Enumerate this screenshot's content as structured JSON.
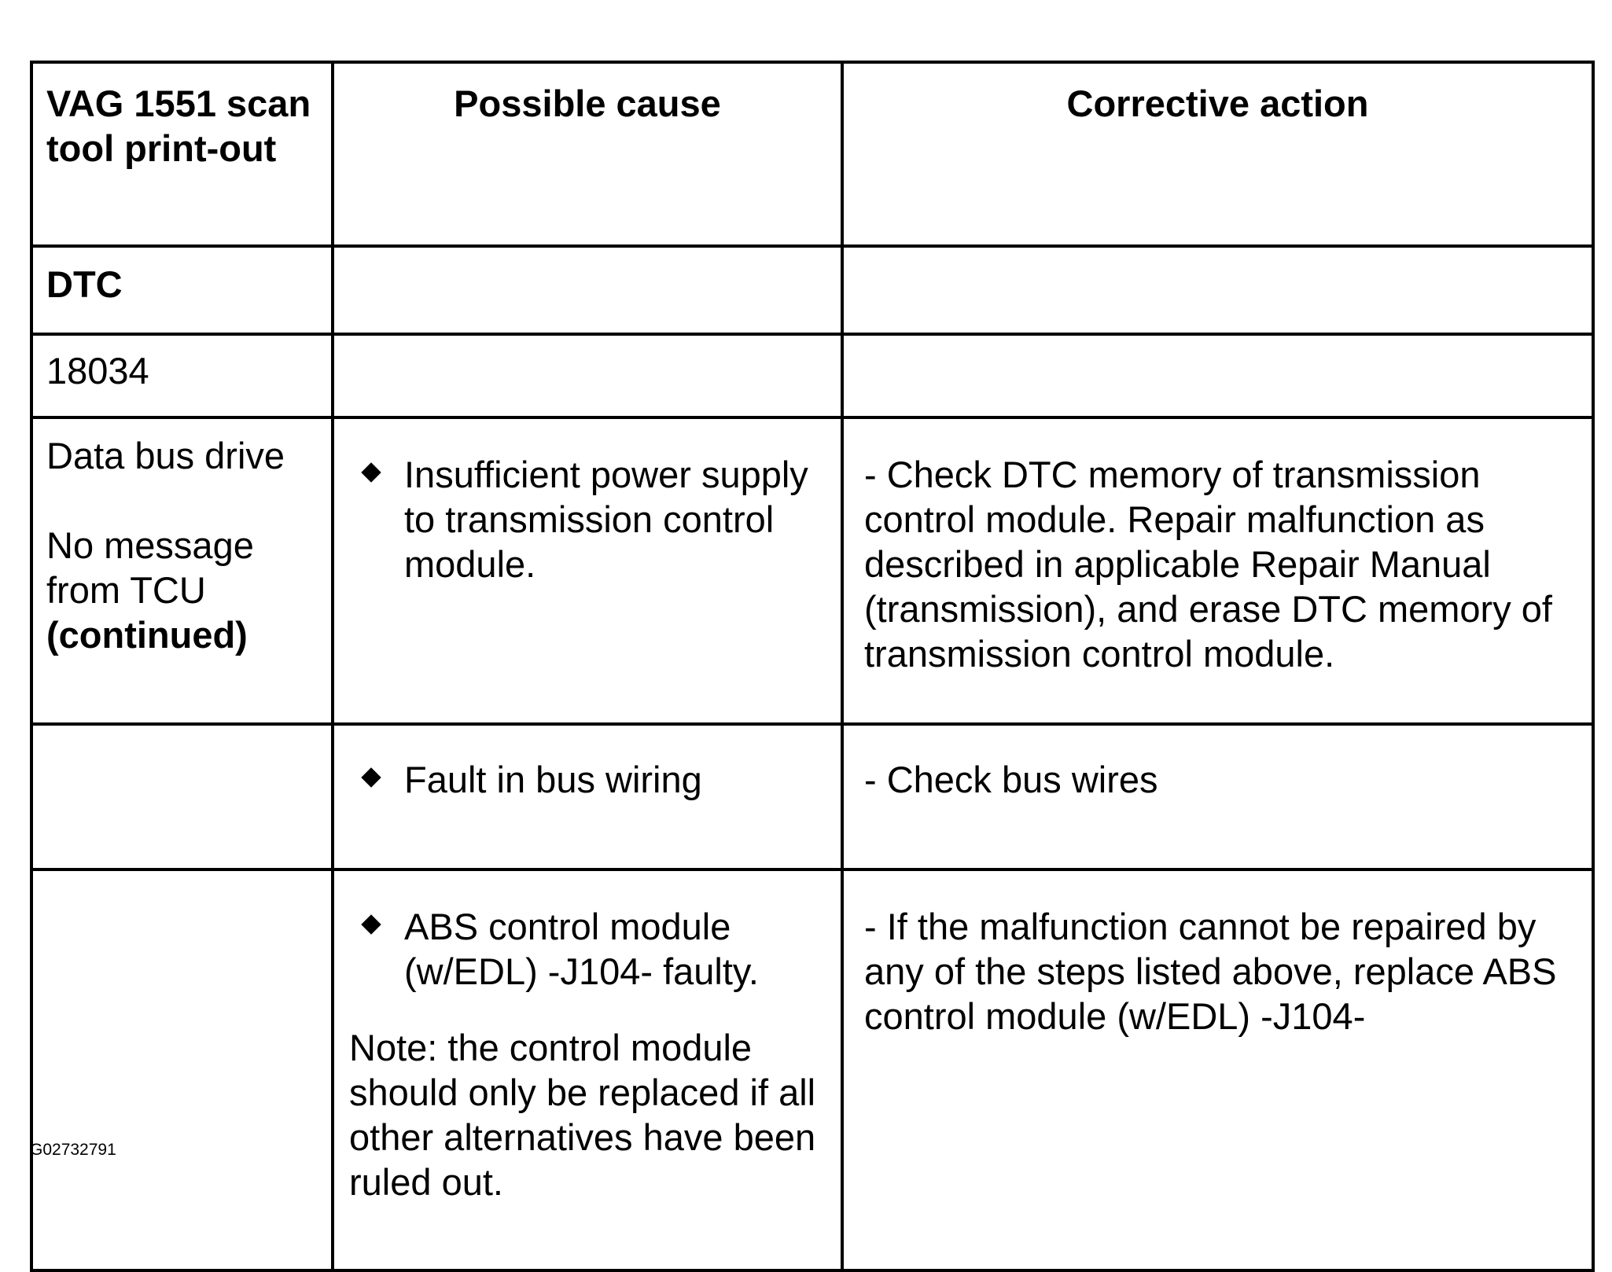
{
  "header": {
    "col1": "VAG 1551 scan tool print-out",
    "col2": "Possible cause",
    "col3": "Corrective action"
  },
  "dtc_label": "DTC",
  "dtc_code": "18034",
  "fault": {
    "line1": "Data bus drive",
    "line2": "No message from TCU",
    "line3": "(continued)"
  },
  "rows": [
    {
      "cause": "Insufficient power supply to transmission control module.",
      "action": "- Check DTC memory of transmission control module. Repair malfunction as described in applicable Repair Manual (transmission), and erase DTC memory of transmission control module."
    },
    {
      "cause": "Fault in bus wiring",
      "action": "- Check bus wires"
    },
    {
      "cause": "ABS control module (w/EDL) -J104- faulty.",
      "note": "Note: the control module should only be replaced if all other alternatives have been ruled out.",
      "action": "- If the malfunction cannot be repaired by any of the steps listed above, replace ABS control module (w/EDL) -J104-"
    }
  ],
  "figure_id": "G02732791"
}
